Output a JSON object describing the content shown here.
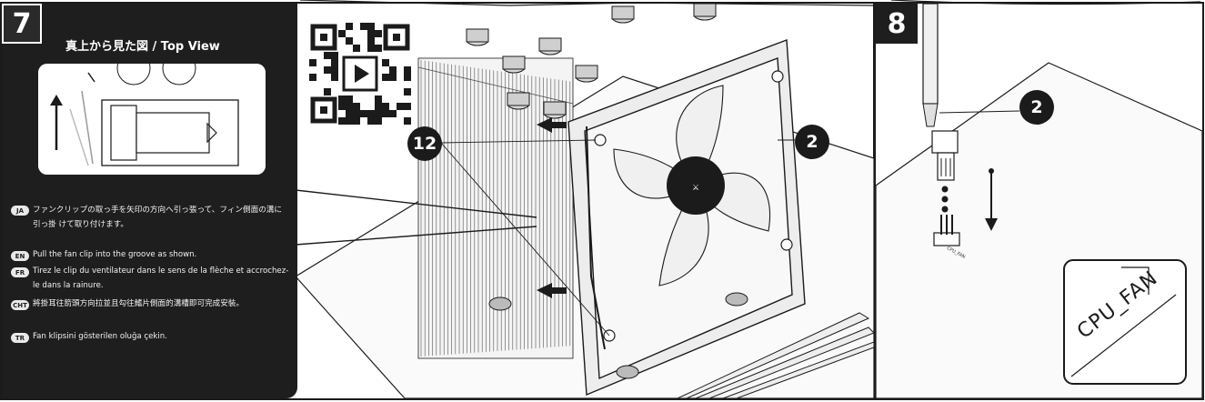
{
  "step7": {
    "number": "7",
    "title": "真上から見た図 / Top View",
    "qr_icon": "qr-video-icon",
    "instructions": [
      {
        "lang": "JA",
        "text": "ファンクリップの取っ手を矢印の方向へ引っ張って、フィン側面の溝に引っ掛 けて取り付けます。"
      },
      {
        "lang": "EN",
        "text": "Pull the fan clip into the groove as shown."
      },
      {
        "lang": "FR",
        "text": "Tirez le clip du ventilateur dans le sens de la flèche et accrochez-le dans la rainure."
      },
      {
        "lang": "CHT",
        "text": "將掛耳往箭頭方向拉並且勾往鰭片側面的溝槽即可完成安裝。"
      },
      {
        "lang": "TR",
        "text": "Fan klipsini gösterilen oluğa çekin."
      }
    ],
    "callouts": {
      "clips": "12",
      "fan": "2"
    }
  },
  "step8": {
    "number": "8",
    "callout_fan": "2",
    "header_label": "CPU_FAN",
    "header_label_small": "CPU_FAN"
  },
  "colors": {
    "panel": "#1e1e1e",
    "ink": "#1b1b1b",
    "paper": "#ffffff"
  }
}
